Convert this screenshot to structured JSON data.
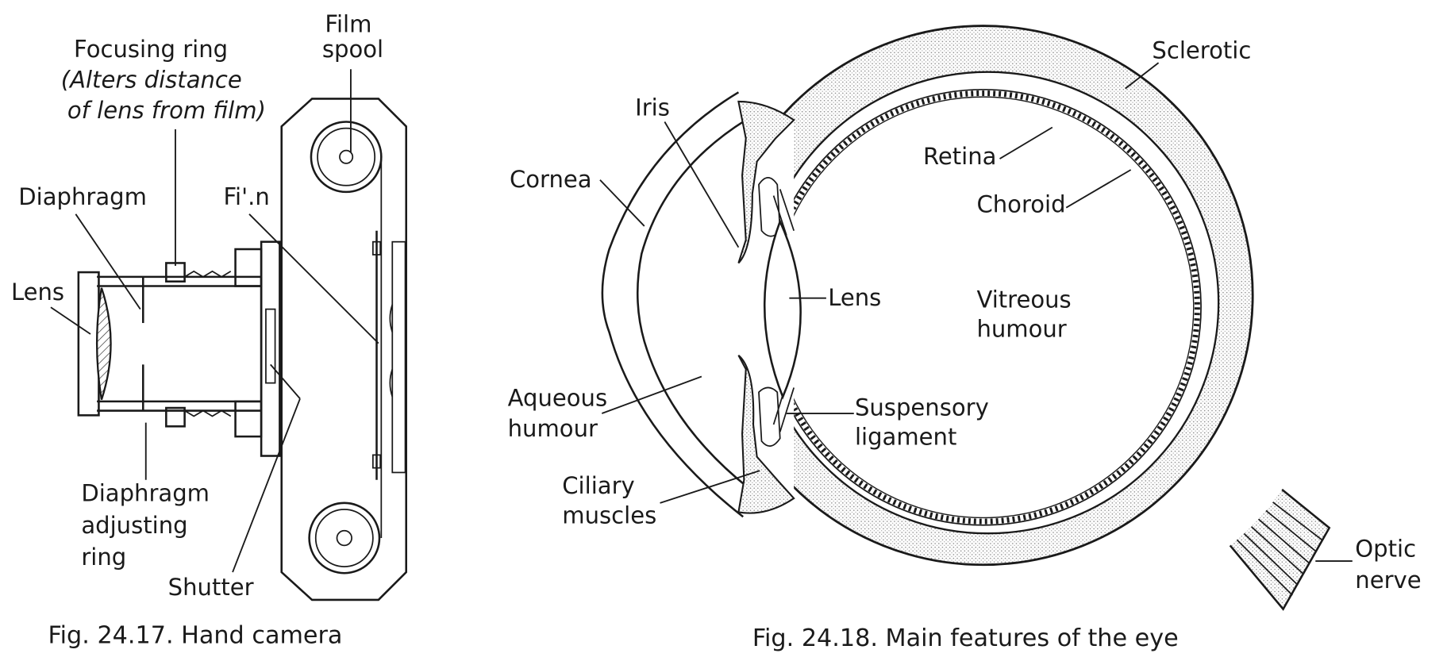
{
  "camera": {
    "labels": {
      "film_spool": [
        "Film",
        "spool"
      ],
      "focusing_ring": [
        "Focusing ring",
        "(Alters distance",
        "of lens from film)"
      ],
      "diaphragm": "Diaphragm",
      "film": "Fi'.n",
      "lens": "Lens",
      "diaphragm_adjusting_ring": [
        "Diaphragm",
        "adjusting",
        "ring"
      ],
      "shutter": "Shutter"
    },
    "caption": "Fig. 24.17. Hand camera"
  },
  "eye": {
    "labels": {
      "sclerotic": "Sclerotic",
      "iris": "Iris",
      "retina": "Retina",
      "cornea": "Cornea",
      "choroid": "Choroid",
      "lens": "Lens",
      "vitreous_humour": [
        "Vitreous",
        "humour"
      ],
      "aqueous_humour": [
        "Aqueous",
        "humour"
      ],
      "suspensory_ligament": [
        "Suspensory",
        "ligament"
      ],
      "ciliary_muscles": [
        "Ciliary",
        "muscles"
      ],
      "optic_nerve": [
        "Optic",
        "nerve"
      ]
    },
    "caption": "Fig. 24.18. Main features of the eye"
  }
}
